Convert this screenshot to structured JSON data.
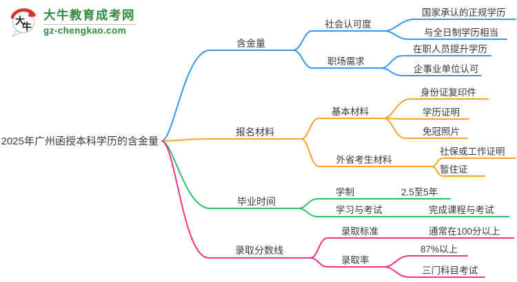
{
  "page": {
    "background": "#ffffff",
    "text_color": "#3a3a3a"
  },
  "logo": {
    "icon_text": "大牛",
    "title": "大牛教育成考网",
    "url": "gz-chengkao.com",
    "green": "#2e8b3d",
    "red": "#d5352c"
  },
  "root": {
    "label": "2025年广州函授本科学历的含金量"
  },
  "branches": [
    {
      "label": "含金量",
      "color": "#3598f0",
      "children": [
        {
          "label": "社会认可度",
          "children": [
            {
              "label": "国家承认的正规学历"
            },
            {
              "label": "与全日制学历相当"
            }
          ]
        },
        {
          "label": "职场需求",
          "children": [
            {
              "label": "在职人员提升学历"
            },
            {
              "label": "企事业单位认可"
            }
          ]
        }
      ]
    },
    {
      "label": "报名材料",
      "color": "#f7a527",
      "children": [
        {
          "label": "基本材料",
          "children": [
            {
              "label": "身份证复印件"
            },
            {
              "label": "学历证明"
            },
            {
              "label": "免冠照片"
            }
          ]
        },
        {
          "label": "外省考生材料",
          "children": [
            {
              "label": "社保或工作证明"
            },
            {
              "label": "暂住证"
            }
          ]
        }
      ]
    },
    {
      "label": "毕业时间",
      "color": "#2cc168",
      "children": [
        {
          "label": "学制",
          "children": [
            {
              "label": "2.5至5年"
            }
          ]
        },
        {
          "label": "学习与考试",
          "children": [
            {
              "label": "完成课程与考试"
            }
          ]
        }
      ]
    },
    {
      "label": "录取分数线",
      "color": "#f5317f",
      "children": [
        {
          "label": "录取标准",
          "children": [
            {
              "label": "通常在100分以上"
            }
          ]
        },
        {
          "label": "录取率",
          "children": [
            {
              "label": "87%以上"
            },
            {
              "label": "三门科目考试"
            }
          ]
        }
      ]
    }
  ]
}
